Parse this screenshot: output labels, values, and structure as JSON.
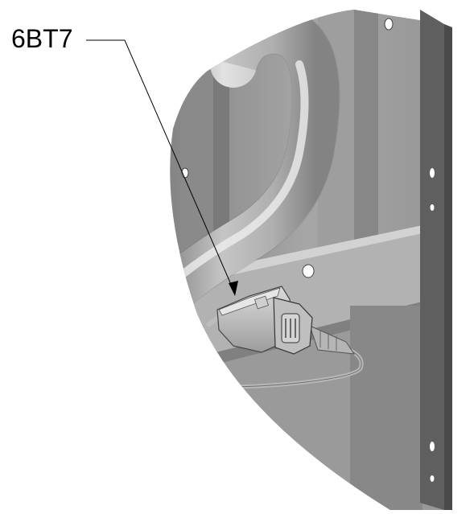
{
  "figure": {
    "callout": {
      "label": "6BT7"
    },
    "colors": {
      "background": "#ffffff",
      "panel_light": "#a9a9a9",
      "panel_mid": "#8f8f8f",
      "panel_dark": "#6d6d6d",
      "rail": "#5a5a5a",
      "pipe_light": "#d8d8d8",
      "pipe_shade": "#9a9a9a",
      "line": "#000000"
    },
    "component_names": [
      "frame-panel",
      "coolant-pipe",
      "cross-bar",
      "mounting-rail",
      "temperature-sensor",
      "sensor-connector",
      "sensor-cable"
    ]
  }
}
